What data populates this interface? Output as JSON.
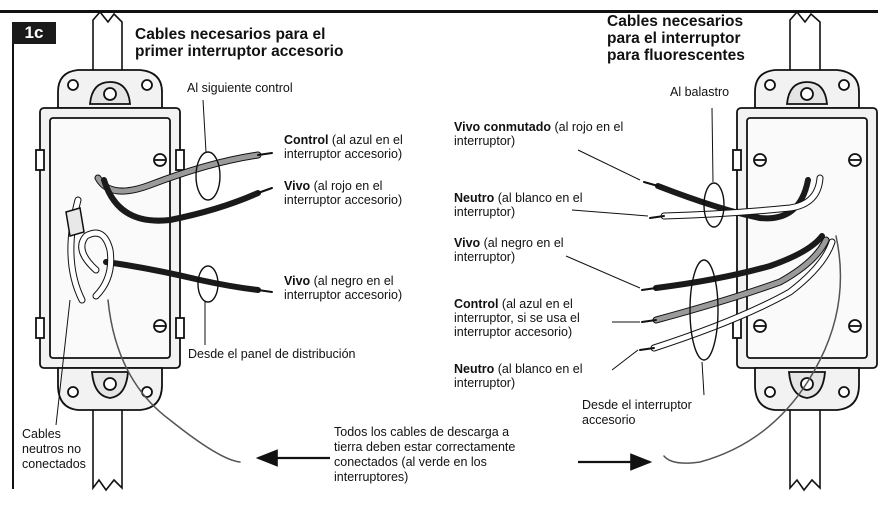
{
  "badge": "1c",
  "left": {
    "heading_line1": "Cables necesarios para el",
    "heading_line2": "primer interruptor accesorio",
    "next_control": "Al siguiente control",
    "control_label": "Control",
    "control_note_1": " (al azul en el",
    "control_note_2": "interruptor accesorio)",
    "hot1_label": "Vivo",
    "hot1_note_1": " (al rojo en el",
    "hot1_note_2": "interruptor accesorio)",
    "hot2_label": "Vivo",
    "hot2_note_1": " (al negro en el",
    "hot2_note_2": "interruptor accesorio)",
    "from_panel": "Desde el panel de distribución",
    "neutrals_1": "Cables",
    "neutrals_2": "neutros no",
    "neutrals_3": "conectados"
  },
  "right": {
    "heading_line1": "Cables necesarios",
    "heading_line2": "para el interruptor",
    "heading_line3": "para fluorescentes",
    "to_ballast": "Al balastro",
    "switched_label": "Vivo conmutado",
    "switched_note_1": " (al rojo en el",
    "switched_note_2": "interruptor)",
    "neutral1_label": "Neutro",
    "neutral1_note_1": " (al blanco en el",
    "neutral1_note_2": "interruptor)",
    "hot_label": "Vivo",
    "hot_note_1": " (al negro en el",
    "hot_note_2": "interruptor)",
    "control_label": "Control",
    "control_note_1": " (al azul en el",
    "control_note_2": "interruptor, si se usa el",
    "control_note_3": "interruptor accesorio)",
    "neutral2_label": "Neutro",
    "neutral2_note_1": " (al blanco en el",
    "neutral2_note_2": "interruptor)",
    "from_accessory_1": "Desde el interruptor",
    "from_accessory_2": "accesorio"
  },
  "ground_note": {
    "line1": "Todos los cables de descarga a",
    "line2": "tierra deben estar correctamente",
    "line3": "conectados (al verde en los",
    "line4": "interruptores)"
  },
  "colors": {
    "ink": "#111111",
    "box_fill": "#f2f2f2",
    "wire_black": "#1a1a1a",
    "wire_gray": "#9a9a9a",
    "wire_white": "#ffffff"
  }
}
